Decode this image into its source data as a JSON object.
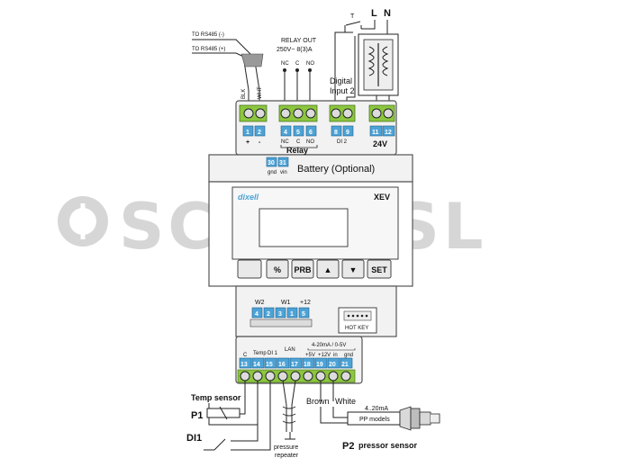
{
  "watermark": {
    "text": "SCHIESSL",
    "logo": "schiessl-logo-icon"
  },
  "rs485": {
    "minus_label": "TO RS485 (-)",
    "plus_label": "TO RS485 (+)",
    "wire_blk": "BLK",
    "wire_wht": "WHT"
  },
  "relay_out": {
    "title": "RELAY OUT",
    "rating": "250V~  8(3)A",
    "nc": "NC",
    "c": "C",
    "no": "NO"
  },
  "digital_input_2": {
    "line1": "Digital",
    "line2": "Input 2"
  },
  "power": {
    "l": "L",
    "n": "N",
    "t": "T"
  },
  "top_terminals": {
    "numbers": [
      "1",
      "2",
      "4",
      "5",
      "6",
      "8",
      "9",
      "11",
      "12"
    ],
    "sign_plus": "+",
    "sign_minus": "-",
    "relay_nc": "NC",
    "relay_c": "C",
    "relay_no": "NO",
    "relay_label": "Relay",
    "di2_label": "DI 2",
    "voltage_label": "24V"
  },
  "battery": {
    "term30": "30",
    "term31": "31",
    "gnd": "gnd",
    "vin": "vin",
    "label": "Battery (Optional)"
  },
  "display": {
    "brand": "dixell",
    "model": "XEV"
  },
  "keys": {
    "blank": "",
    "percent": "%",
    "prb": "PRB",
    "up": "▲",
    "down": "▼",
    "set": "SET"
  },
  "mid_terminals": {
    "numbers": [
      "4",
      "2",
      "3",
      "1",
      "5"
    ],
    "w2": "W2",
    "w1": "W1",
    "p12": "+12"
  },
  "hotkey": {
    "label": "HOT KEY"
  },
  "bottom_terminals": {
    "numbers": [
      "13",
      "14",
      "15",
      "16",
      "17",
      "18",
      "19",
      "20",
      "21"
    ],
    "c": "C",
    "temp": "Temp",
    "di1": "DI 1",
    "lan": "LAN",
    "range": "4-20mA / 0-5V",
    "p5v": "+5V",
    "p12v": "+12V",
    "in": "in",
    "gnd": "gnd"
  },
  "sensors": {
    "temp_sensor": "Temp sensor",
    "p1": "P1",
    "di1": "DI1",
    "pressure_repeater_1": "pressure",
    "pressure_repeater_2": "repeater",
    "brown": "Brown",
    "white": "White",
    "pp_range": "4..20mA",
    "pp_models": "PP models",
    "p2": "P2",
    "pressor_sensor": "pressor sensor"
  }
}
